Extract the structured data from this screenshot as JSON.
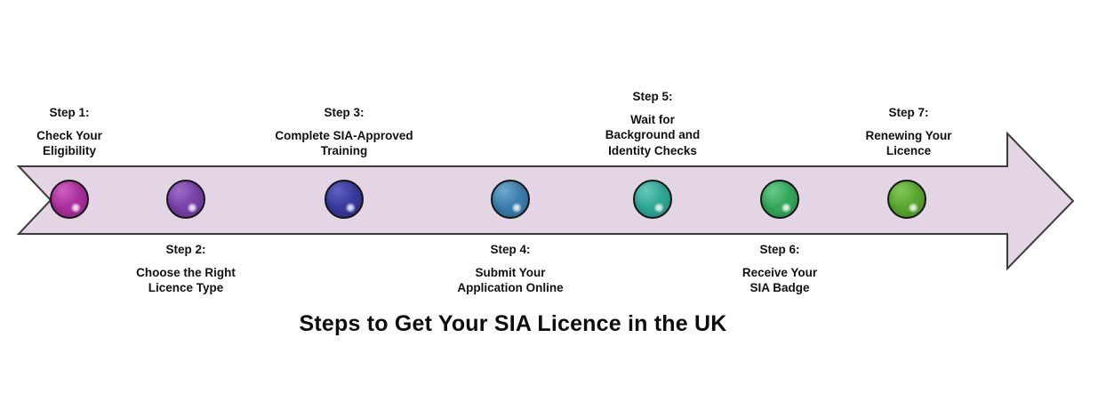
{
  "title": "Steps to Get Your SIA Licence in the UK",
  "arrow": {
    "fill": "#E3D5E3",
    "stroke": "#3C3C3C"
  },
  "steps": [
    {
      "label": "Step 1:",
      "name": "Check Your\nEligibility",
      "marker_color": "#A82E9C",
      "marker_color_light": "#CE5FC2",
      "marker_color_dark": "#7E1F75"
    },
    {
      "label": "Step 2:",
      "name": "Choose the Right\nLicence Type",
      "marker_color": "#7640A5",
      "marker_color_light": "#9C6CC6",
      "marker_color_dark": "#542B7E"
    },
    {
      "label": "Step 3:",
      "name": "Complete SIA-Approved\nTraining",
      "marker_color": "#39399B",
      "marker_color_light": "#6060C2",
      "marker_color_dark": "#262673"
    },
    {
      "label": "Step 4:",
      "name": "Submit Your\nApplication Online",
      "marker_color": "#3A7CAB",
      "marker_color_light": "#6FA9CC",
      "marker_color_dark": "#275E85"
    },
    {
      "label": "Step 5:",
      "name": "Wait for\nBackground and\nIdentity Checks",
      "marker_color": "#2FA695",
      "marker_color_light": "#67C8B8",
      "marker_color_dark": "#1E7D70"
    },
    {
      "label": "Step 6:",
      "name": "Receive Your\nSIA Badge",
      "marker_color": "#33A65A",
      "marker_color_light": "#6AC88B",
      "marker_color_dark": "#1F7E41"
    },
    {
      "label": "Step 7:",
      "name": "Renewing Your\nLicence",
      "marker_color": "#57A52E",
      "marker_color_light": "#83C75B",
      "marker_color_dark": "#3D7E1E"
    }
  ]
}
